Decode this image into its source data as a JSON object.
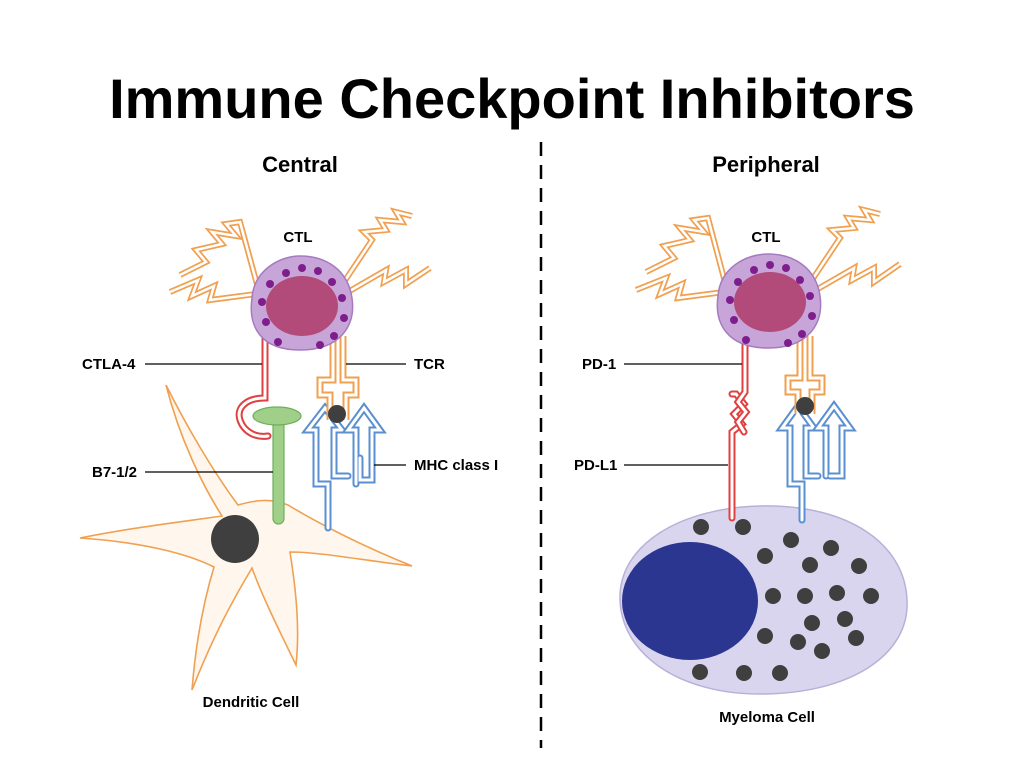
{
  "title": "Immune Checkpoint Inhibitors",
  "panels": {
    "left": {
      "heading": "Central",
      "labels": {
        "ctl": "CTL",
        "ctla4": "CTLA-4",
        "tcr": "TCR",
        "b7": "B7-1/2",
        "mhc": "MHC class I",
        "dendritic": "Dendritic Cell"
      }
    },
    "right": {
      "heading": "Peripheral",
      "labels": {
        "ctl": "CTL",
        "pd1": "PD-1",
        "pdl1": "PD-L1",
        "myeloma": "Myeloma Cell"
      }
    }
  },
  "colors": {
    "ctl_body": "#C7A5D8",
    "ctl_nucleus": "#B24A7A",
    "ctl_granule": "#7E1E8C",
    "tcr_orange": "#F0A050",
    "ctla4_red": "#E04040",
    "b7_green": "#9FCF88",
    "mhc_blue": "#5A8FD0",
    "dendritic_fill": "#FFF7EE",
    "dendritic_outline": "#F0A050",
    "myeloma_fill": "#DAD5EE",
    "myeloma_nucleus": "#2B3690",
    "dark_dot": "#3F3F3F"
  }
}
